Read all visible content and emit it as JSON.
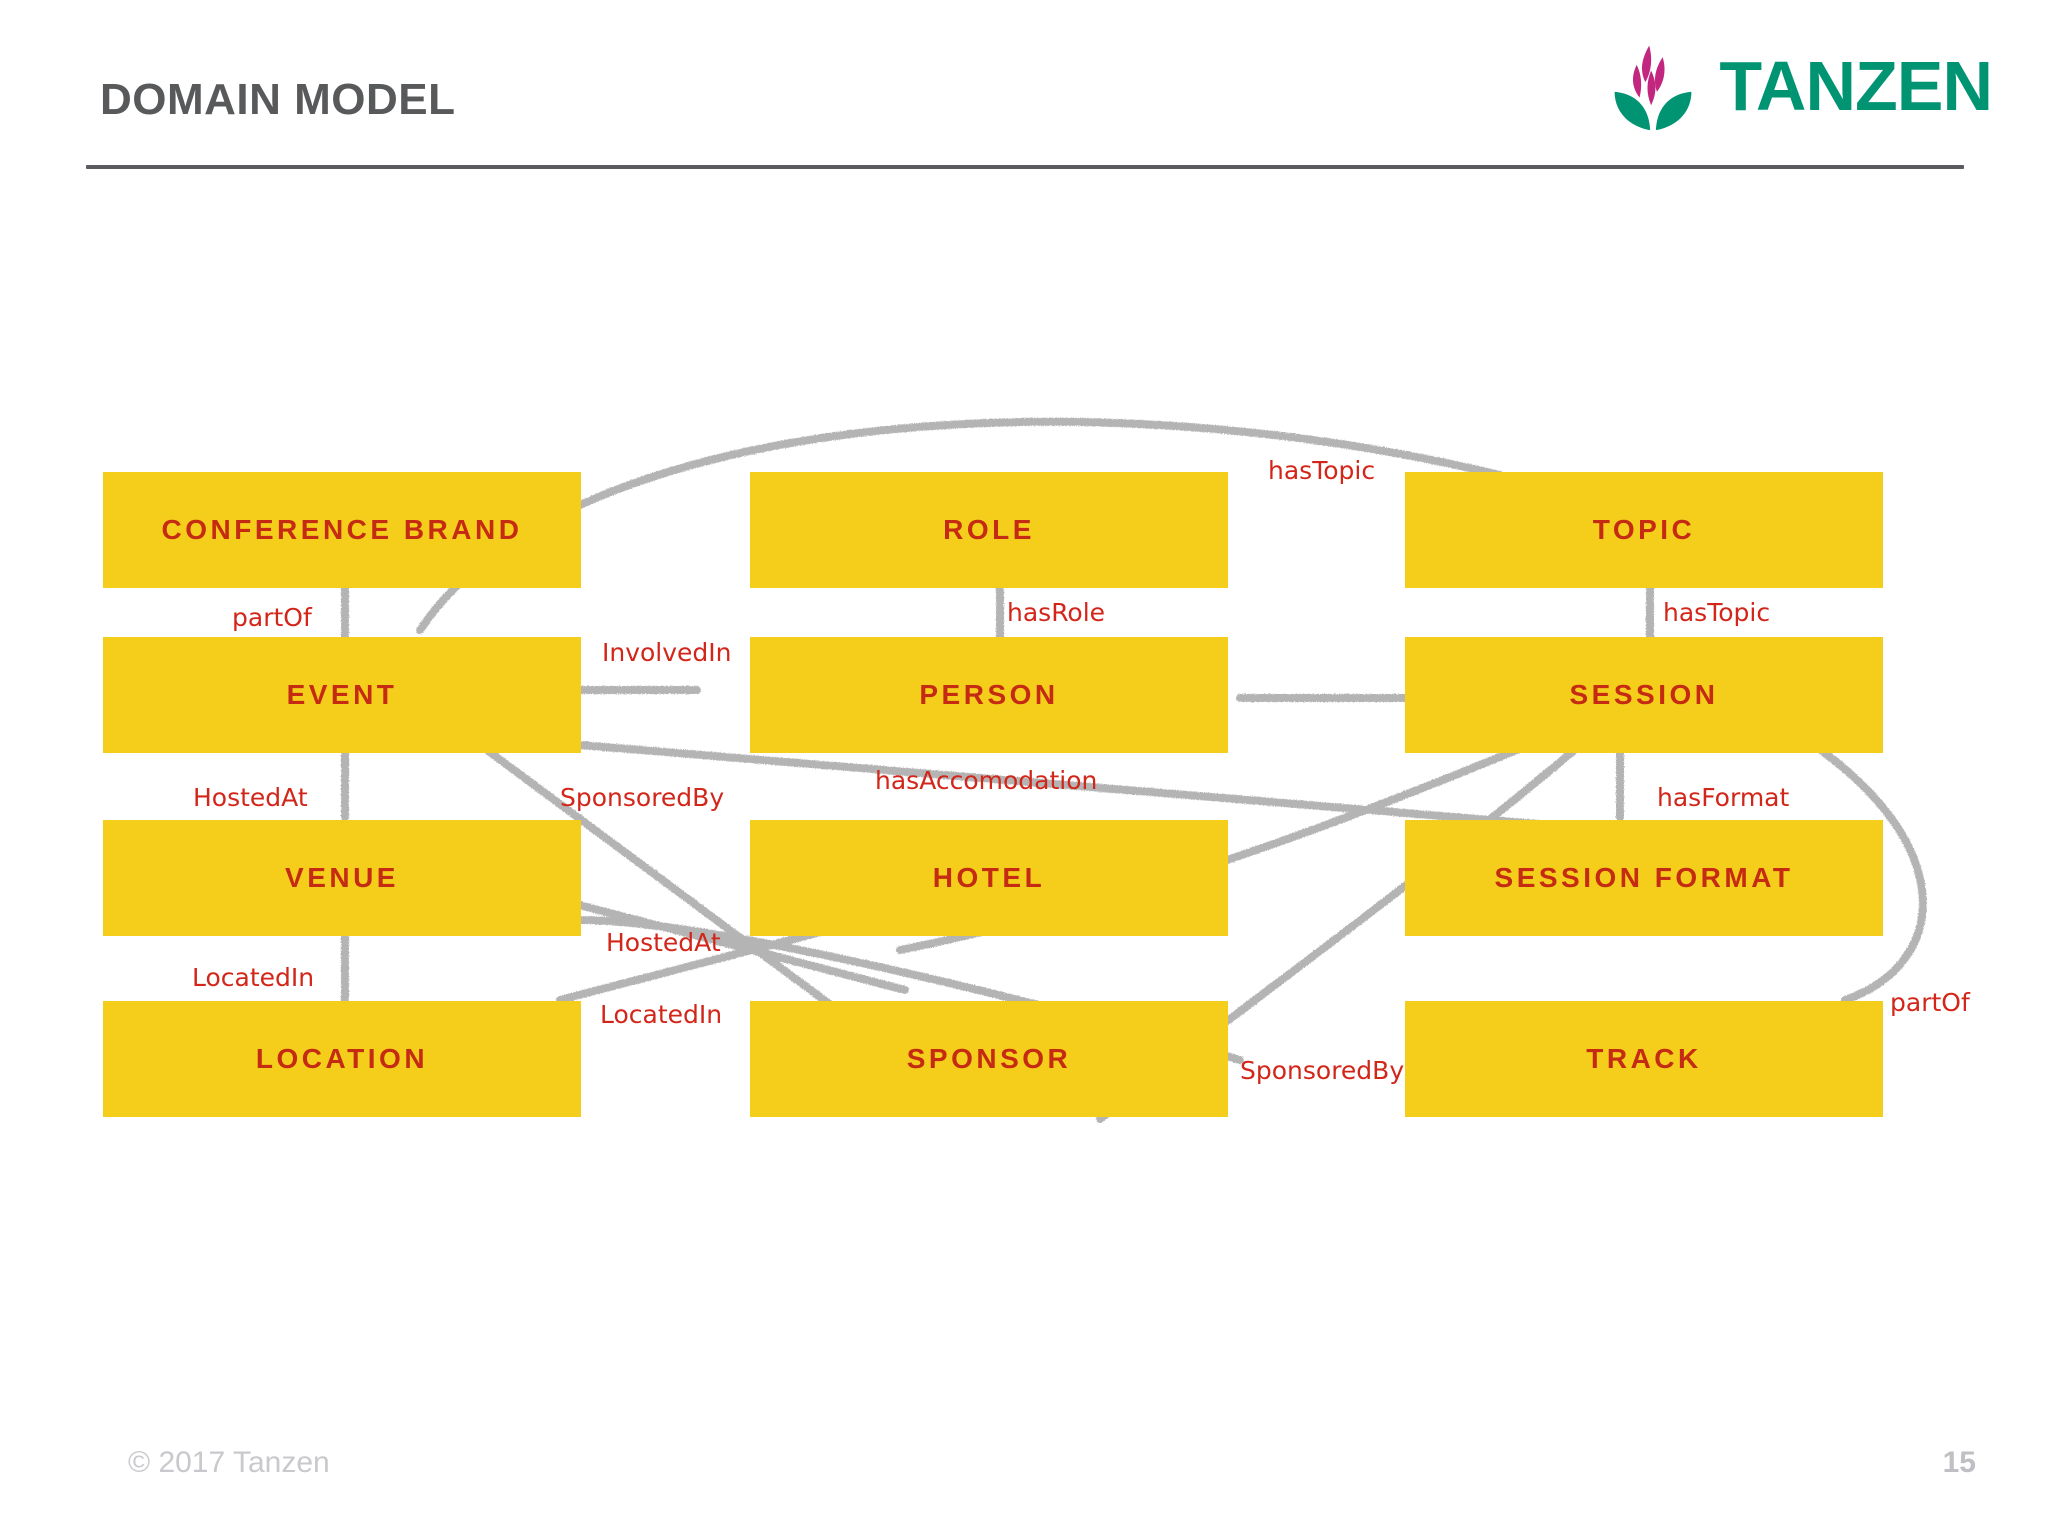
{
  "slide": {
    "title": "DOMAIN MODEL",
    "background": "#ffffff"
  },
  "logo": {
    "wordmark": "TANZEN",
    "mark_icon": "tanzen-leaf-flame-icon",
    "petal_color": "#C2267F",
    "leaf_color": "#009473",
    "wordmark_color": "#009473"
  },
  "colors": {
    "node_fill": "#F5CE1B",
    "node_text": "#C42B12",
    "edge_line": "#B4B4B4",
    "edge_label": "#D3261A",
    "title_text": "#58595B",
    "footer_text": "#C9C9CD"
  },
  "diagram": {
    "type": "domain-model-graph",
    "nodes": [
      {
        "id": "conference-brand",
        "label": "CONFERENCE BRAND",
        "col": 0,
        "row": 0
      },
      {
        "id": "role",
        "label": "ROLE",
        "col": 1,
        "row": 0
      },
      {
        "id": "topic",
        "label": "TOPIC",
        "col": 2,
        "row": 0
      },
      {
        "id": "event",
        "label": "EVENT",
        "col": 0,
        "row": 1
      },
      {
        "id": "person",
        "label": "PERSON",
        "col": 1,
        "row": 1
      },
      {
        "id": "session",
        "label": "SESSION",
        "col": 2,
        "row": 1
      },
      {
        "id": "venue",
        "label": "VENUE",
        "col": 0,
        "row": 2
      },
      {
        "id": "hotel",
        "label": "HOTEL",
        "col": 1,
        "row": 2
      },
      {
        "id": "session-format",
        "label": "SESSION FORMAT",
        "col": 2,
        "row": 2
      },
      {
        "id": "location",
        "label": "LOCATION",
        "col": 0,
        "row": 3
      },
      {
        "id": "sponsor",
        "label": "SPONSOR",
        "col": 1,
        "row": 3
      },
      {
        "id": "track",
        "label": "TRACK",
        "col": 2,
        "row": 3
      }
    ],
    "edges": [
      {
        "id": "event-partof-conference-brand",
        "label": "partOf",
        "from": "event",
        "to": "conference-brand"
      },
      {
        "id": "person-hasrole-role",
        "label": "hasRole",
        "from": "person",
        "to": "role"
      },
      {
        "id": "session-hastopic-topic",
        "label": "hasTopic",
        "from": "session",
        "to": "topic"
      },
      {
        "id": "event-hastopic-topic",
        "label": "hasTopic",
        "from": "event",
        "to": "topic"
      },
      {
        "id": "person-involvedin-event",
        "label": "InvolvedIn",
        "from": "person",
        "to": "event"
      },
      {
        "id": "venue-hostedat-event",
        "label": "HostedAt",
        "from": "venue",
        "to": "event"
      },
      {
        "id": "sponsor-sponsoredby-event",
        "label": "SponsoredBy",
        "from": "sponsor",
        "to": "event"
      },
      {
        "id": "person-hasaccomodation-hotel",
        "label": "hasAccomodation",
        "from": "person",
        "to": "hotel"
      },
      {
        "id": "session-hasformat-format",
        "label": "hasFormat",
        "from": "session",
        "to": "session-format"
      },
      {
        "id": "location-locatedin-venue",
        "label": "LocatedIn",
        "from": "location",
        "to": "venue"
      },
      {
        "id": "hotel-hostedat",
        "label": "HostedAt",
        "from": "hotel",
        "to": "venue"
      },
      {
        "id": "hotel-locatedin-location",
        "label": "LocatedIn",
        "from": "hotel",
        "to": "location"
      },
      {
        "id": "track-sponsoredby-sponsor",
        "label": "SponsoredBy",
        "from": "track",
        "to": "sponsor"
      },
      {
        "id": "session-partof-track",
        "label": "partOf",
        "from": "session",
        "to": "track"
      }
    ]
  },
  "footer": {
    "copyright": "© 2017 Tanzen",
    "page_number": "15"
  }
}
